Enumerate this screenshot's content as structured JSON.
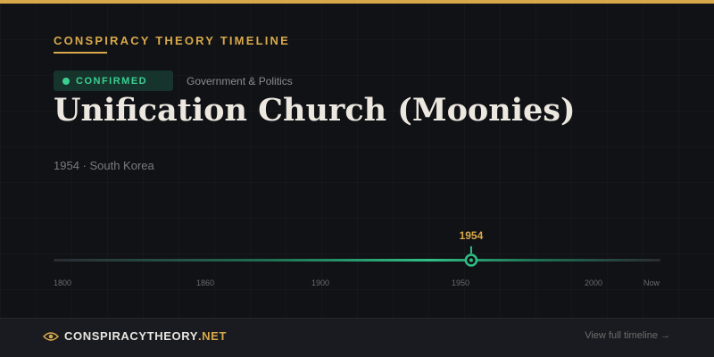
{
  "header": {
    "eyebrow": "CONSPIRACY THEORY TIMELINE"
  },
  "status": {
    "label": "CONFIRMED",
    "color": "#3ccf91"
  },
  "category": "Government & Politics",
  "title": "Unification Church (Moonies)",
  "subtitle": "1954 · South Korea",
  "timeline": {
    "start_year": 1800,
    "end_year": 2025,
    "event_year": 1954,
    "event_label": "1954",
    "ticks": [
      {
        "label": "1800",
        "year": 1800
      },
      {
        "label": "1860",
        "year": 1860
      },
      {
        "label": "1900",
        "year": 1900
      },
      {
        "label": "1950",
        "year": 1950
      },
      {
        "label": "2000",
        "year": 2000
      },
      {
        "label": "Now",
        "year": 2025
      }
    ],
    "accent_color": "#2fbf85",
    "label_color": "#d8a94a"
  },
  "footer": {
    "brand_name": "CONSPIRACYTHEORY",
    "brand_tld": ".NET",
    "brand_icon": "eye-icon",
    "view_link": "View full timeline →"
  }
}
